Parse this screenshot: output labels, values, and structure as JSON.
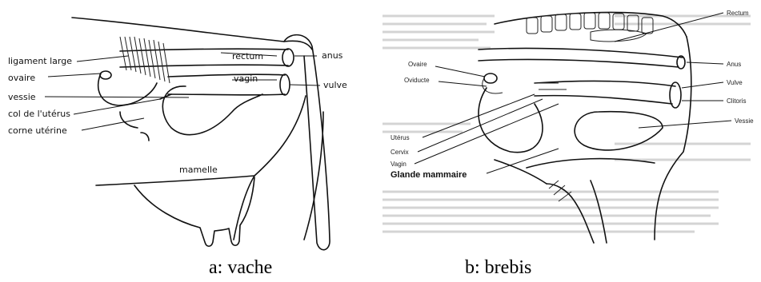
{
  "panel_a": {
    "labels": {
      "ligament_large": "ligament large",
      "ovaire": "ovaire",
      "vessie": "vessie",
      "col_uterus": "col de l'utérus",
      "corne_uterine": "corne utérine",
      "rectum": "rectum",
      "vagin": "vagin",
      "anus": "anus",
      "vulve": "vulve",
      "mamelle": "mamelle"
    },
    "caption": "a: vache"
  },
  "panel_b": {
    "labels": {
      "rectum": "Rectum",
      "anus": "Anus",
      "vulve": "Vulve",
      "clitoris": "Clitoris",
      "vessie": "Vessie",
      "ovaire": "Ovaire",
      "oviducte": "Oviducte",
      "uterus": "Utérus",
      "cervix": "Cervix",
      "vagin": "Vagin",
      "glande_mammaire": "Glande mammaire"
    },
    "caption": "b: brebis"
  },
  "colors": {
    "ink": "#111111",
    "background": "#ffffff",
    "watermark_text": "#d4d4d4"
  }
}
